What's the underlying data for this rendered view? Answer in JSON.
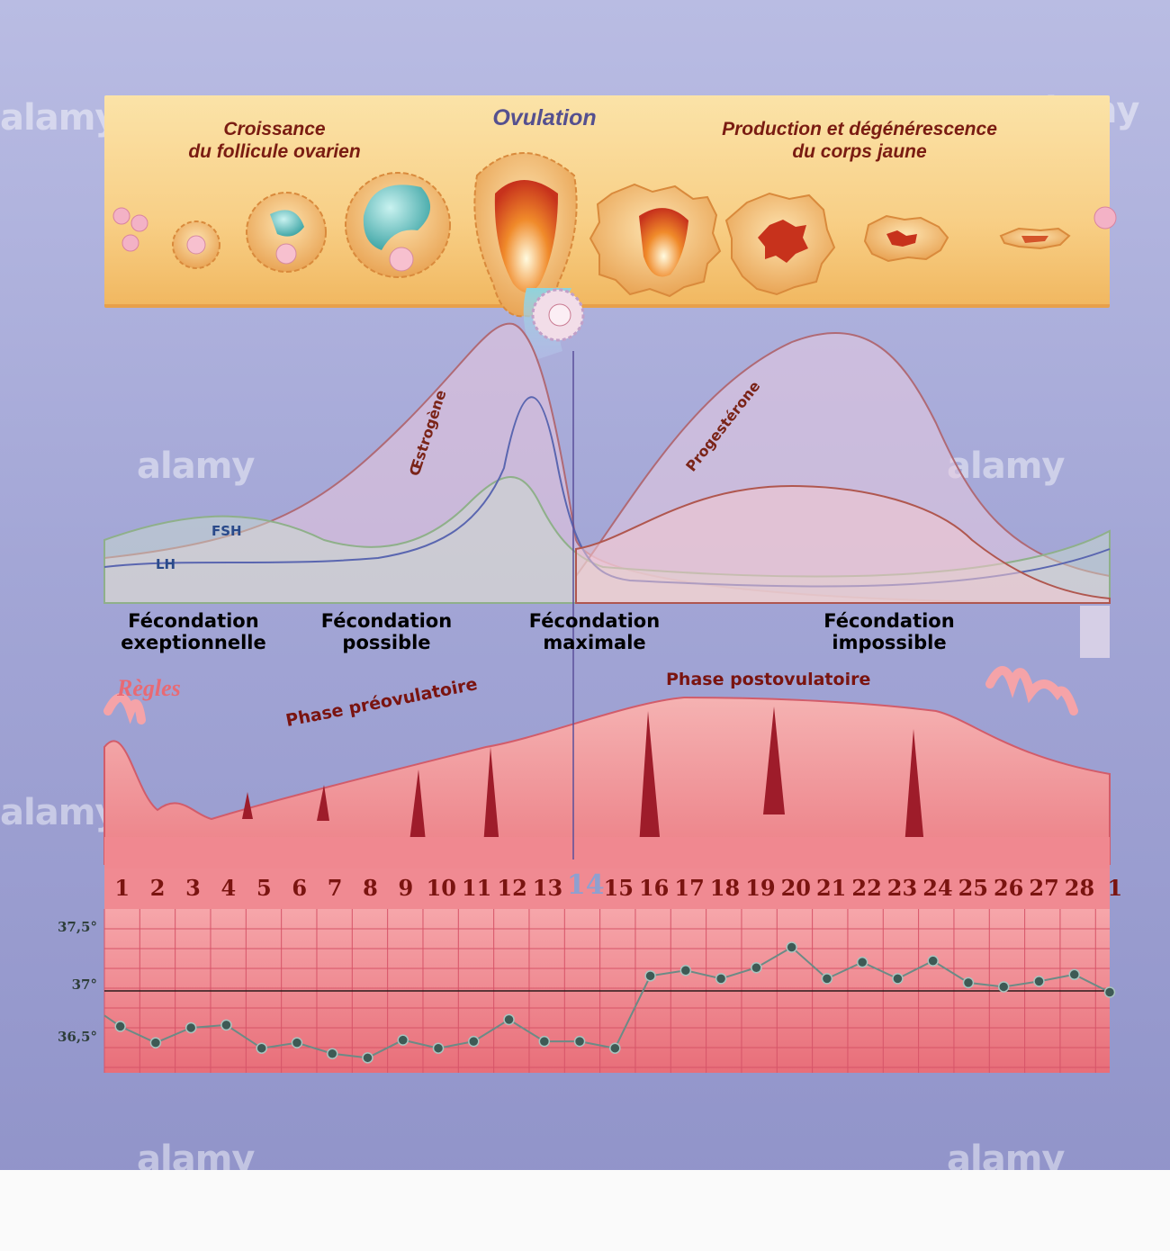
{
  "watermark": "alamy",
  "top_band": {
    "left_title": [
      "Croissance",
      "du follicule ovarien"
    ],
    "center_title": "Ovulation",
    "right_title": [
      "Production et dégénérescence",
      "du corps jaune"
    ]
  },
  "hormones": {
    "estrogen_label": "Œstrogène",
    "progesterone_label": "Progestérone",
    "fsh_label": "FSH",
    "lh_label": "LH"
  },
  "fecondation": [
    {
      "line1": "Fécondation",
      "line2": "exeptionnelle",
      "color": "#4a1a5e",
      "bg": "#d8c6dc"
    },
    {
      "line1": "Fécondation",
      "line2": "possible",
      "color": "#1e2a7a",
      "bg": "#c9c9e6"
    },
    {
      "line1": "Fécondation",
      "line2": "maximale",
      "color": "#0e4a42",
      "bg": "#c2dcde"
    },
    {
      "line1": "Fécondation",
      "line2": "impossible",
      "color": "#6a0f12",
      "bg": "#f0c2c6"
    }
  ],
  "phases": {
    "regles": "Règles",
    "pre": "Phase préovulatoire",
    "post": "Phase postovulatoire"
  },
  "days": [
    "1",
    "2",
    "3",
    "4",
    "5",
    "6",
    "7",
    "8",
    "9",
    "10",
    "11",
    "12",
    "13",
    "14",
    "15",
    "16",
    "17",
    "18",
    "19",
    "20",
    "21",
    "22",
    "23",
    "24",
    "25",
    "26",
    "27",
    "28",
    "1"
  ],
  "ovulation_day": "14",
  "temperature_labels": [
    "37,5°",
    "37°",
    "36,5°"
  ],
  "chart_data": {
    "type": "line",
    "title": "",
    "xlabel": "",
    "ylabel": "",
    "x": [
      1,
      2,
      3,
      4,
      5,
      6,
      7,
      8,
      9,
      10,
      11,
      12,
      13,
      14,
      15,
      16,
      17,
      18,
      19,
      20,
      21,
      22,
      23,
      24,
      25,
      26,
      27,
      28,
      29
    ],
    "y": [
      36.74,
      36.62,
      36.73,
      36.75,
      36.58,
      36.62,
      36.54,
      36.51,
      36.64,
      36.58,
      36.63,
      36.79,
      36.63,
      36.63,
      36.58,
      37.11,
      37.15,
      37.09,
      37.17,
      37.32,
      37.09,
      37.21,
      37.09,
      37.22,
      37.06,
      37.03,
      37.07,
      37.12,
      36.99
    ],
    "ylim": [
      36.4,
      37.6
    ],
    "reference_line": 37.0,
    "grid": true
  }
}
